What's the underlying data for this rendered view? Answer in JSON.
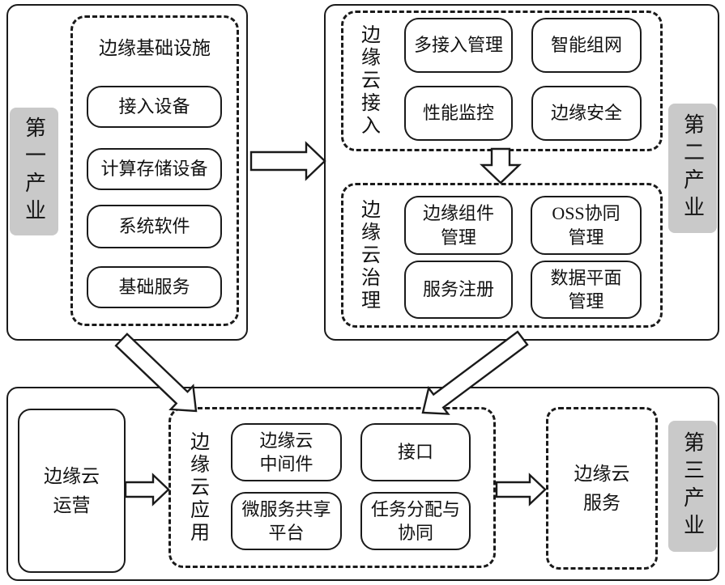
{
  "colors": {
    "line": "#1a1a1a",
    "label_bg": "#c9c9c9",
    "background": "#ffffff"
  },
  "industry_labels": {
    "first": "第一产业",
    "second": "第二产业",
    "third": "第三产业"
  },
  "infrastructure": {
    "title": "边缘基础设施",
    "items": [
      "接入设备",
      "计算存储设备",
      "系统软件",
      "基础服务"
    ]
  },
  "cloud_access": {
    "label": "边缘云接入",
    "items": [
      "多接入管理",
      "智能组网",
      "性能监控",
      "边缘安全"
    ]
  },
  "cloud_governance": {
    "label": "边缘云治理",
    "items": [
      "边缘组件\n管理",
      "OSS协同\n管理",
      "服务注册",
      "数据平面\n管理"
    ]
  },
  "cloud_application": {
    "label": "边缘云应用",
    "items": [
      "边缘云\n中间件",
      "接口",
      "微服务共享\n平台",
      "任务分配与\n协同"
    ]
  },
  "cloud_operation": {
    "text": "边缘云\n运营"
  },
  "cloud_service": {
    "text": "边缘云\n服务"
  }
}
